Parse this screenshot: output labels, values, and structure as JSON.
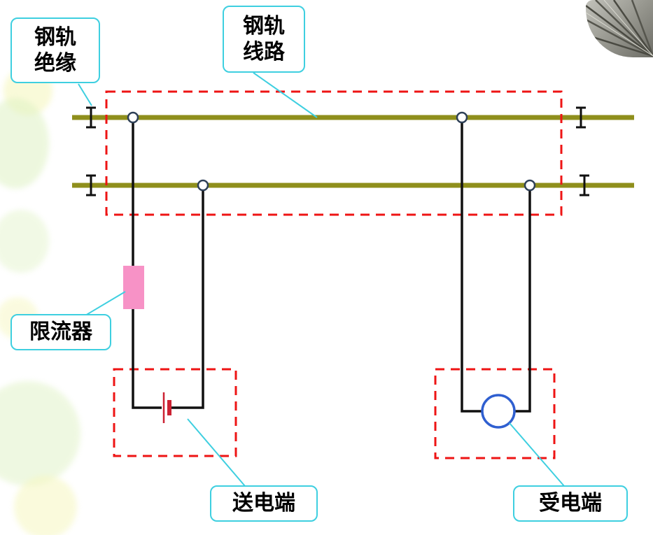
{
  "callouts": {
    "rail_insulation": {
      "label": "钢轨\n绝缘"
    },
    "rail_line": {
      "label": "钢轨\n线路"
    },
    "current_limiter": {
      "label": "限流器"
    },
    "sending_end": {
      "label": "送电端"
    },
    "receiving_end": {
      "label": "受电端"
    }
  },
  "colors": {
    "rail": "#8f8f1c",
    "wire": "#101010",
    "dashed-red": "#ee1414",
    "callout-border": "#3ecfe0",
    "leader": "#3ecfe0",
    "node-stroke": "#2e4057",
    "limiter-pink": "#f792c6",
    "battery-red": "#cc2233",
    "relay-blue": "#2f5fd0"
  }
}
